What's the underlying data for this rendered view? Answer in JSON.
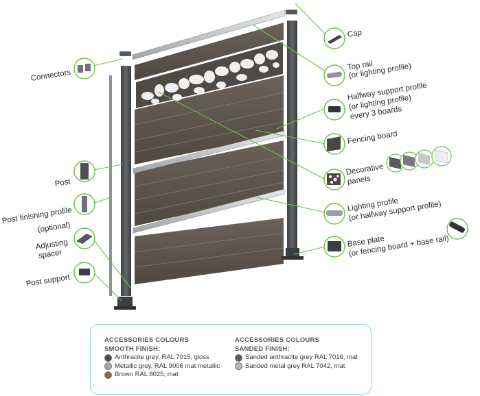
{
  "labels": {
    "cap": "Cap",
    "top_rail_1": "Top rail",
    "top_rail_2": "(or lighting profile)",
    "halfway_1": "Halfway support profile",
    "halfway_2": "(or lighting profile)",
    "halfway_3": "every 3 boards",
    "fencing_board": "Fencing board",
    "decorative_1": "Decorative",
    "decorative_2": "panels",
    "lighting_1": "Lighting profile",
    "lighting_2": "(or halfway support profile)",
    "base_plate_1": "Base plate",
    "base_plate_2": "(or fencing board + base rail)",
    "connectors": "Connectors",
    "post": "Post",
    "post_finishing_1": "Post finishing profile",
    "post_finishing_2": "(optional)",
    "adjusting_1": "Adjusting",
    "adjusting_2": "spacer",
    "post_support": "Post support"
  },
  "legend": {
    "smooth_title_1": "ACCESSORIES COLOURS",
    "smooth_title_2": "SMOOTH FINISH:",
    "smooth_items": [
      {
        "label": "Anthracite grey, RAL 7015, gloss",
        "color": "#4a4d50"
      },
      {
        "label": "Metallic grey, RAL 9006 mat metallic",
        "color": "#a3a7aa"
      },
      {
        "label": "Brown RAL 8025, mat",
        "color": "#8a6a4a"
      }
    ],
    "sanded_title_1": "ACCESSORIES COLOURS",
    "sanded_title_2": "SANDED FINISH:",
    "sanded_items": [
      {
        "label": "Sanded anthracite grey RAL 7016, mat",
        "color": "#5a5e5f"
      },
      {
        "label": "Sanded metal grey RAL 7042, mat",
        "color": "#b5b9b3"
      }
    ]
  },
  "colors": {
    "board": "#5e564c",
    "post": "#4e5255",
    "rail": "#c8ccd0",
    "accent_line": "#6cc04a",
    "legend_border": "#8fd3e6"
  }
}
